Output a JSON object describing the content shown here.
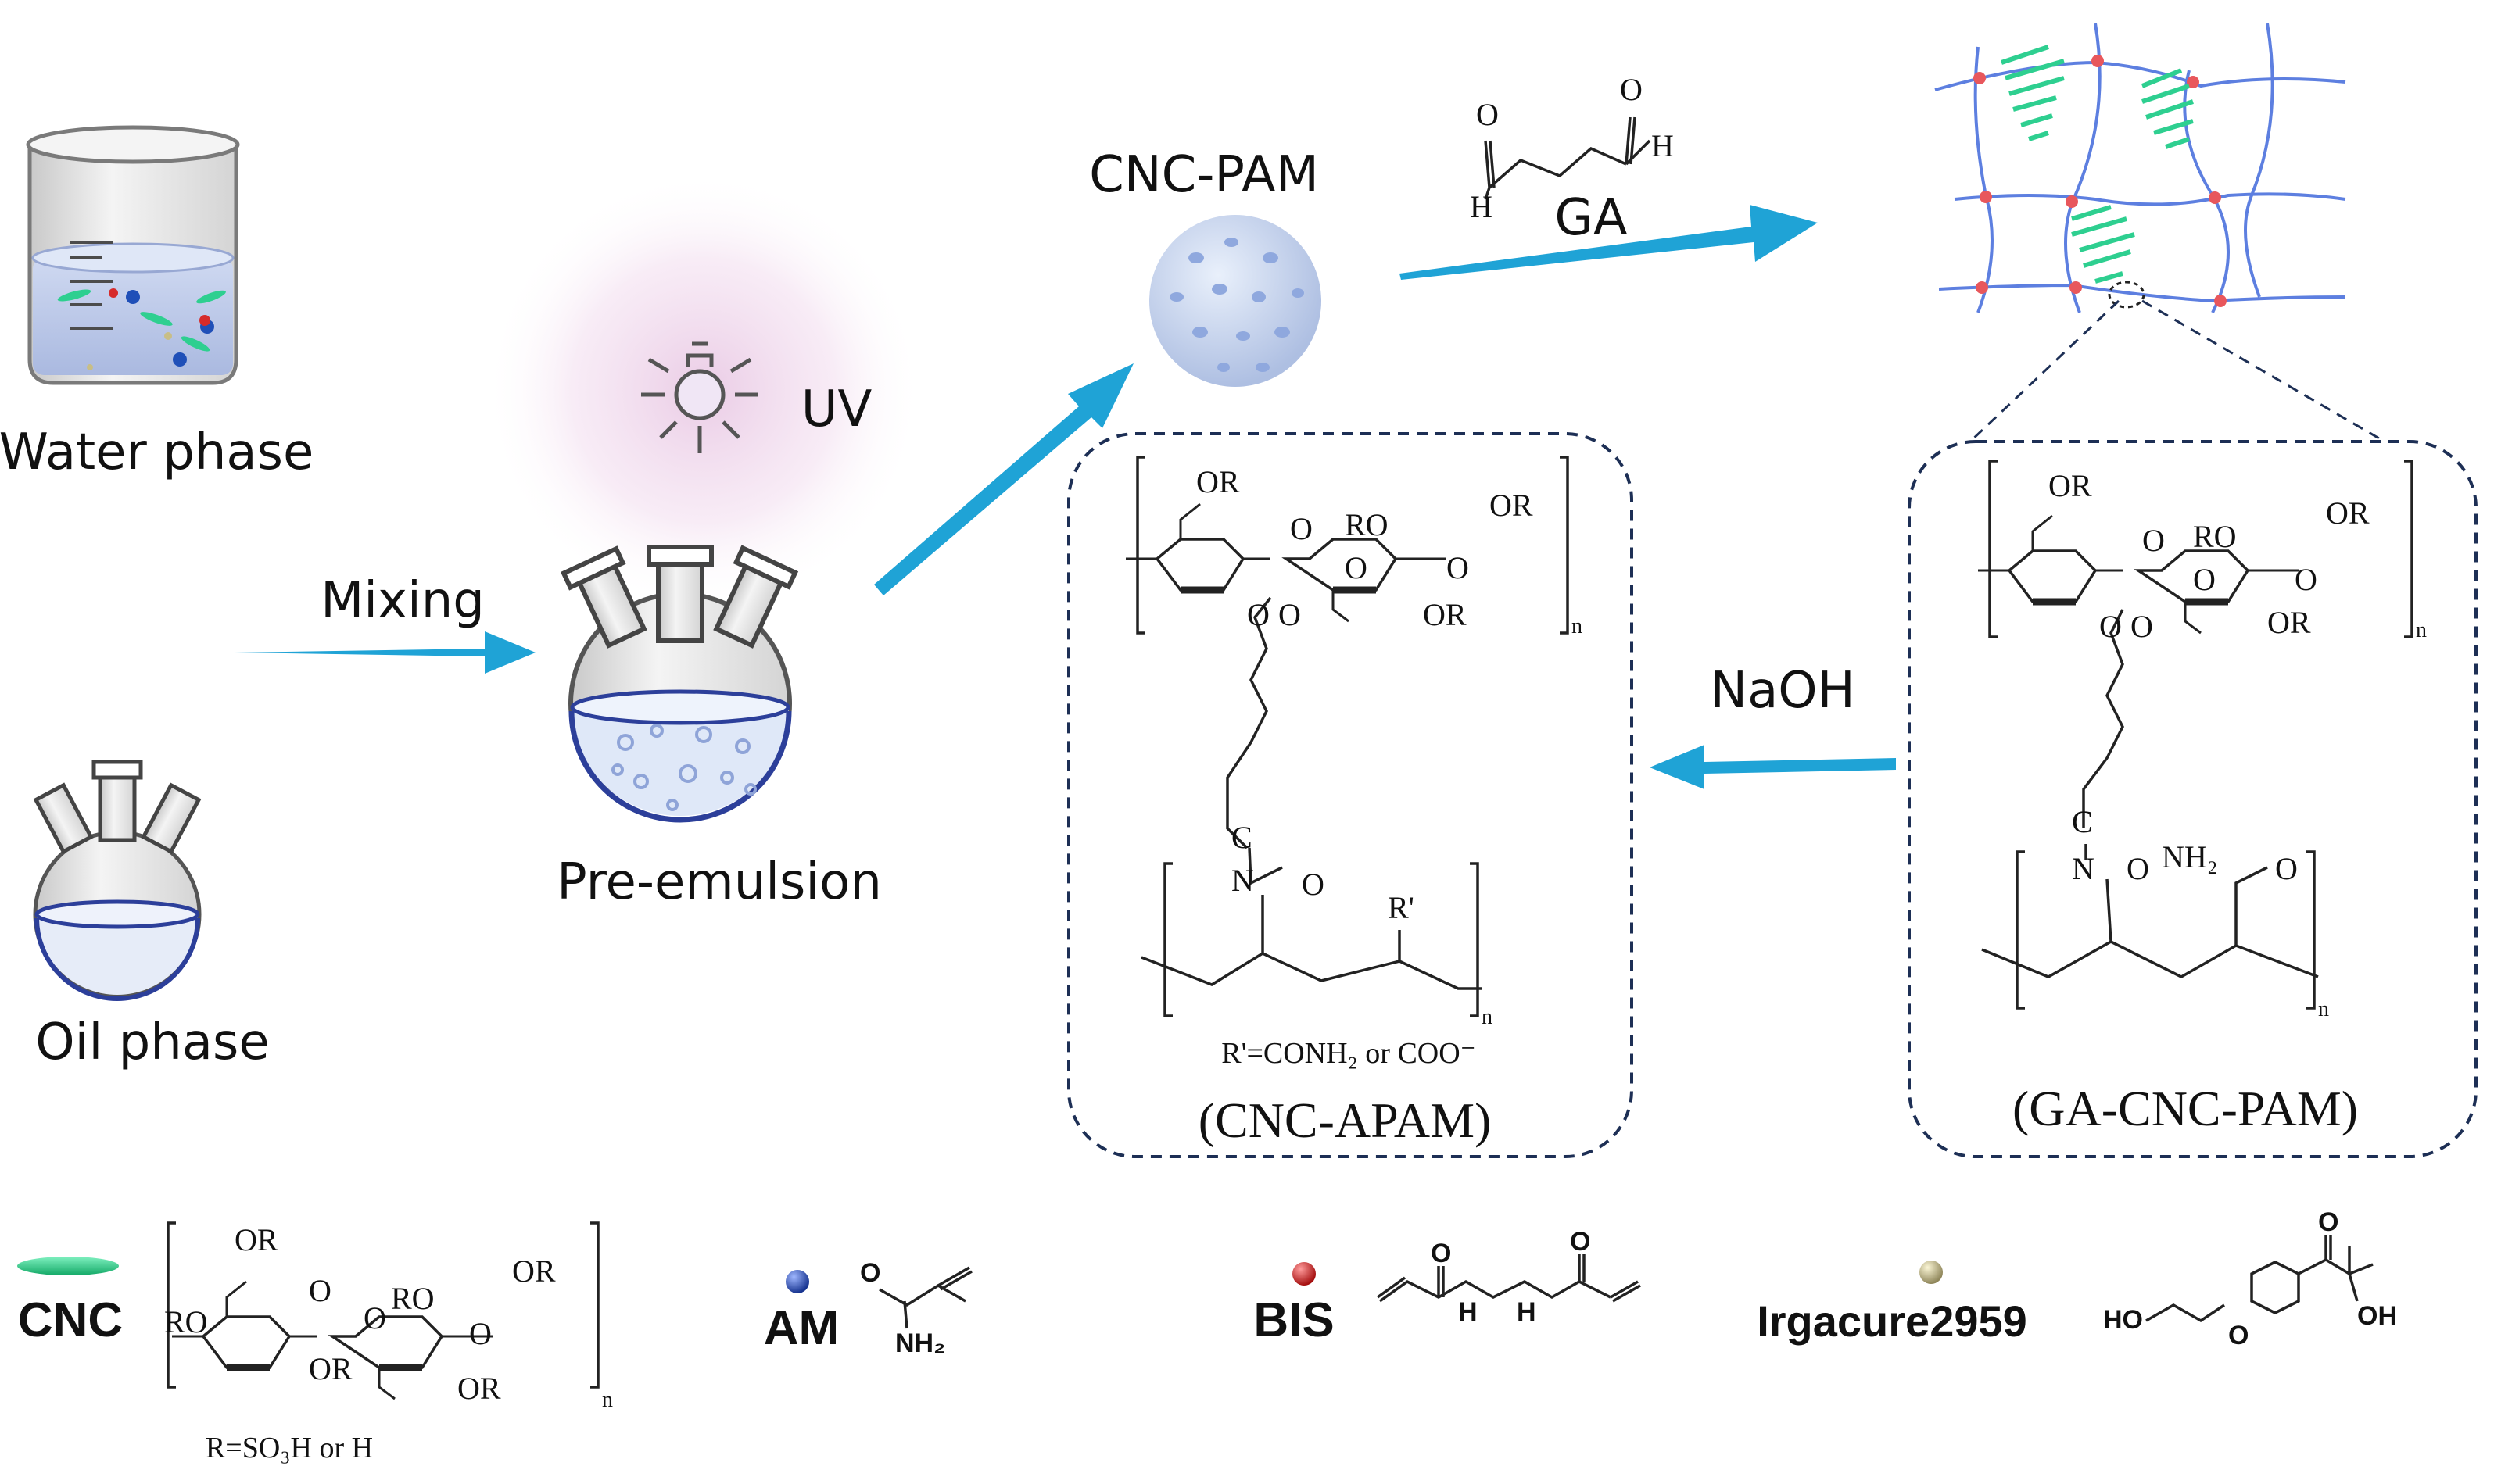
{
  "labels": {
    "water_phase": "Water phase",
    "oil_phase": "Oil phase",
    "mixing": "Mixing",
    "pre_emulsion": "Pre-emulsion",
    "uv": "UV",
    "cnc_pam": "CNC-PAM",
    "ga": "GA",
    "naoh": "NaOH",
    "cnc_apam": "(CNC-APAM)",
    "ga_cnc_pam": "(GA-CNC-PAM)",
    "r_prime_def": "R'=CONH₂ or COO⁻",
    "r_def": "R=SO₃H or H"
  },
  "chem": {
    "or": "OR",
    "ro": "RO",
    "o": "O",
    "n": "n",
    "c": "C",
    "n_atom": "N",
    "r_prime": "R'",
    "nh2": "NH₂",
    "h": "H",
    "nh2_bold": "NH₂",
    "h_bold": "H",
    "ho": "HO",
    "oh": "OH"
  },
  "legend": {
    "cnc": "CNC",
    "am": "AM",
    "bis": "BIS",
    "irgacure": "Irgacure2959"
  },
  "colors": {
    "arrow": "#1fa3d6",
    "cnc_green": "#2ecf90",
    "am_blue": "#1f4fb8",
    "bis_red": "#d62b2b",
    "irgacure_tan": "#c8be86",
    "network_blue": "#5d7fe0",
    "crosslink_red": "#e8575c",
    "box_dash": "#1d2f55"
  }
}
